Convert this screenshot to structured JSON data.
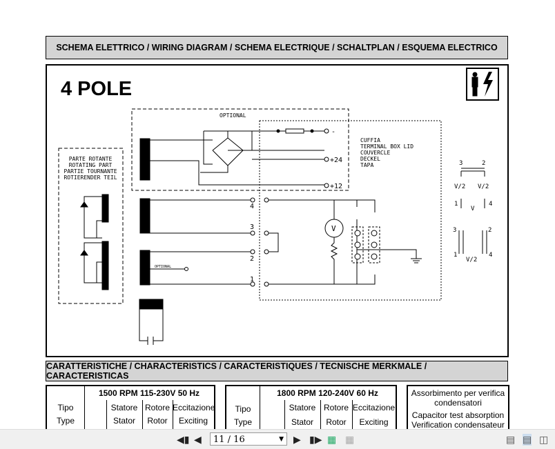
{
  "header": {
    "title": "SCHEMA ELETTRICO  / WIRING DIAGRAM / SCHEMA ELECTRIQUE / SCHALTPLAN / ESQUEMA ELECTRICO"
  },
  "diagram": {
    "title": "4 POLE",
    "optional_label": "OPTIONAL",
    "optional_small": "OPTIONAL",
    "rotating_part": [
      "PARTE ROTANTE",
      "ROTATING PART",
      "PARTIE TOURNANTE",
      "ROTIERENDER TEIL"
    ],
    "terminal_box": [
      "CUFFIA",
      "TERMINAL BOX LID",
      "COUVERCLE",
      "DECKEL",
      "TAPA"
    ],
    "dc_terminals": [
      "-",
      "+24",
      "+12"
    ],
    "terminals": [
      "4",
      "3",
      "2",
      "1"
    ],
    "voltmeter": "V",
    "conn_a": {
      "t1": "3",
      "t2": "2",
      "v1": "V/2",
      "v2": "V/2",
      "b1": "1",
      "b2": "4",
      "mid": "V"
    },
    "conn_b": {
      "t1": "3",
      "t2": "2",
      "b1": "1",
      "b2": "4",
      "mid": "V/2"
    },
    "safety_icon": "electrical-hazard-icon"
  },
  "characteristics": {
    "title": "CARATTERISTICHE / CHARACTERISTICS / CARACTERISTIQUES / TECNISCHE MERKMALE / CARACTERISTICAS"
  },
  "table_50": {
    "heading": "1500 RPM 115-230V 50 Hz",
    "tipo": "Tipo",
    "type": "Type",
    "cols": [
      [
        "Statore",
        "Stator"
      ],
      [
        "Rotore",
        "Rotor"
      ],
      [
        "Eccitazione",
        "Exciting"
      ]
    ]
  },
  "table_60": {
    "heading": "1800 RPM 120-240V 60 Hz",
    "tipo": "Tipo",
    "type": "Type",
    "cols": [
      [
        "Statore",
        "Stator"
      ],
      [
        "Rotore",
        "Rotor"
      ],
      [
        "Eccitazione",
        "Exciting"
      ]
    ]
  },
  "capacitor": {
    "lines": [
      "Assorbimento per verifica",
      "condensatori",
      "Capacitor test absorption",
      "Verification condensateur"
    ]
  },
  "toolbar": {
    "page_value": "11 / 16"
  }
}
